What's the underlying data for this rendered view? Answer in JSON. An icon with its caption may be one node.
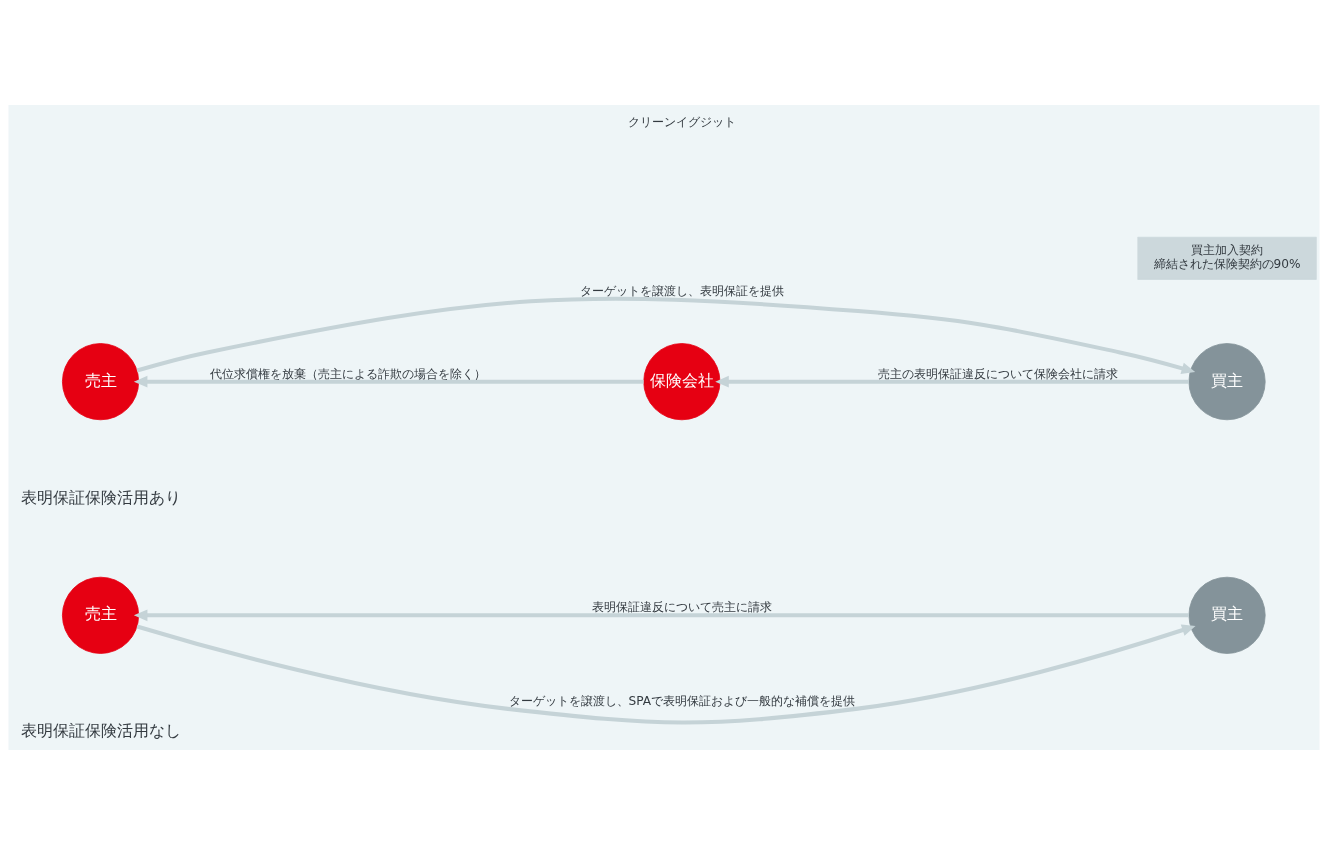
{
  "diagram": {
    "nodes": [
      {
        "text": [
          "売主"
        ]
      },
      {
        "text": [
          "買主"
        ]
      },
      {
        "text": [
          "売主"
        ]
      },
      {
        "text": [
          "買主"
        ]
      },
      {
        "text": [
          "買主加入契約",
          "締結された保険契約の90%"
        ]
      },
      {
        "text": [
          "保険会社"
        ]
      }
    ],
    "edges": [
      {
        "from": 0,
        "to": 1,
        "arrow": "to",
        "label": "ターゲットを譲渡し、SPAで表明保証および一般的な補償を提供"
      },
      {
        "from": 1,
        "to": 0,
        "arrow": "to",
        "label": "表明保証違反について売主に請求"
      },
      {
        "from": 2,
        "to": 3,
        "arrow": "to",
        "label": "ターゲットを譲渡し、表明保証を提供"
      },
      {
        "from": 3,
        "to": 5,
        "arrow": "to",
        "label": "売主の表明保証違反について保険会社に請求"
      },
      {
        "from": 5,
        "to": 2,
        "arrow": "to",
        "label": "代位求償権を放棄（売主による詐欺の場合を除く）"
      }
    ],
    "labels": [
      "表明保証保険活用なし",
      "表明保証保険活用あり",
      "クリーンイグジット"
    ]
  }
}
